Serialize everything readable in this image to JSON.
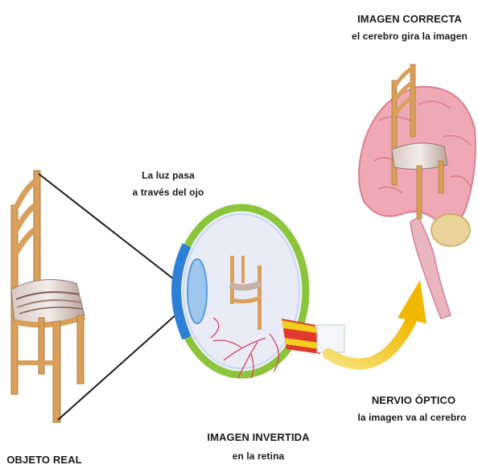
{
  "labels": {
    "correct_title": "IMAGEN CORRECTA",
    "correct_sub": "el cerebro gira la imagen",
    "light_line1": "La luz pasa",
    "light_line2": "a través del ojo",
    "optic_title": "NERVIO ÓPTICO",
    "optic_sub": "la imagen va al cerebro",
    "inverted_title": "IMAGEN INVERTIDA",
    "inverted_sub": "en la retina",
    "real_title": "OBJETO REAL"
  },
  "colors": {
    "wood": "#d9a05b",
    "wood_dark": "#b27a3c",
    "cushion": "#c9b9b0",
    "brain": "#f0a8b4",
    "brain_dark": "#d9808f",
    "cerebellum": "#e9d39a",
    "eye_white": "#eef0f7",
    "iris_blue": "#2e7fd6",
    "eye_green": "#8cc43c",
    "nerve_yellow": "#f4cf1e",
    "nerve_red": "#e03a2e",
    "arrow_yellow": "#f2c21b",
    "ray_line": "#1b1b1b"
  }
}
